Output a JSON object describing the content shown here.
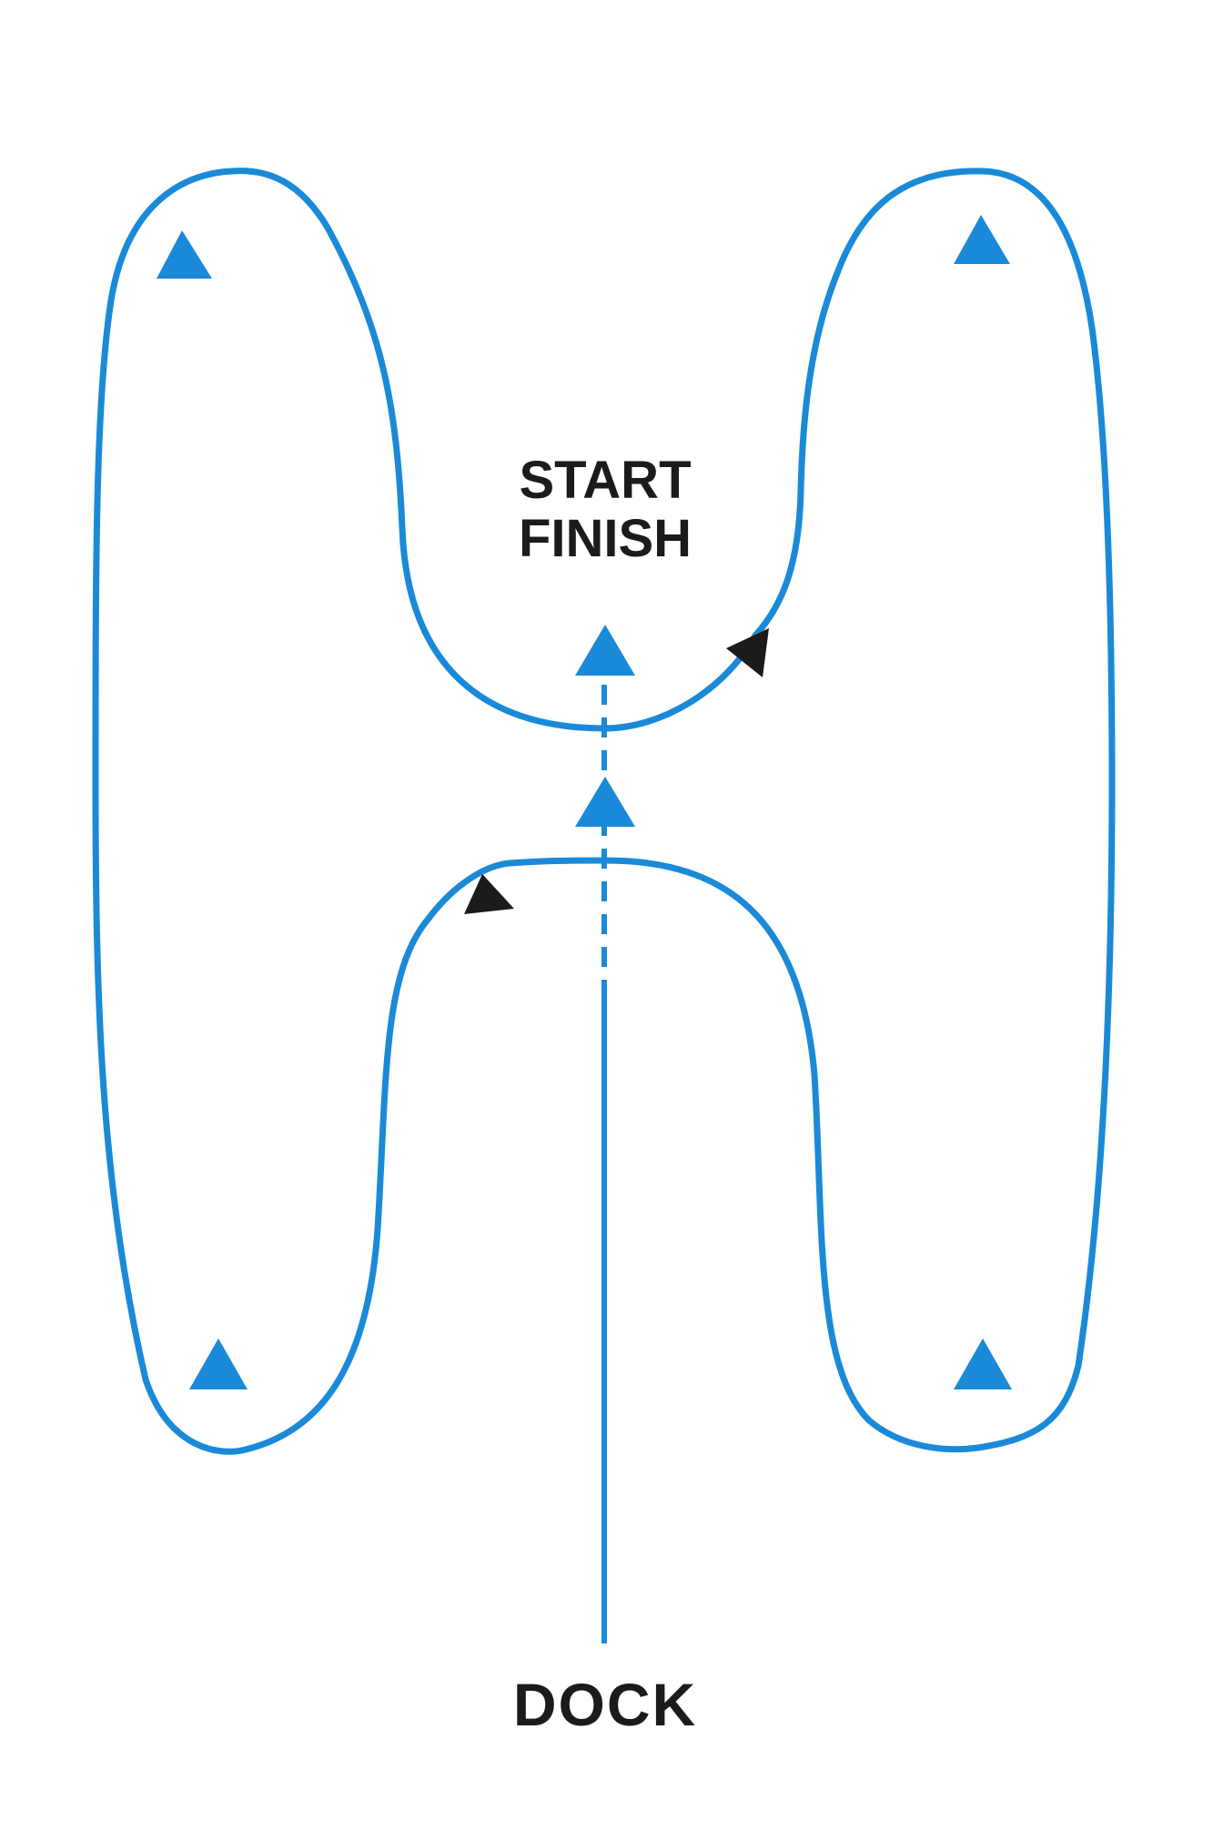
{
  "labels": {
    "start": "START",
    "finish": "FINISH",
    "dock": "DOCK"
  },
  "colors": {
    "course_line": "#1a8ad8",
    "buoys": "#1a8ad8",
    "arrows": "#1b1b1b",
    "text": "#1b1b1b",
    "background": "#ffffff"
  },
  "buoys": [
    {
      "id": "top-left"
    },
    {
      "id": "top-right"
    },
    {
      "id": "start-finish"
    },
    {
      "id": "center"
    },
    {
      "id": "bottom-left"
    },
    {
      "id": "bottom-right"
    }
  ],
  "direction_arrows": [
    {
      "id": "right-exit"
    },
    {
      "id": "left-entry"
    }
  ]
}
